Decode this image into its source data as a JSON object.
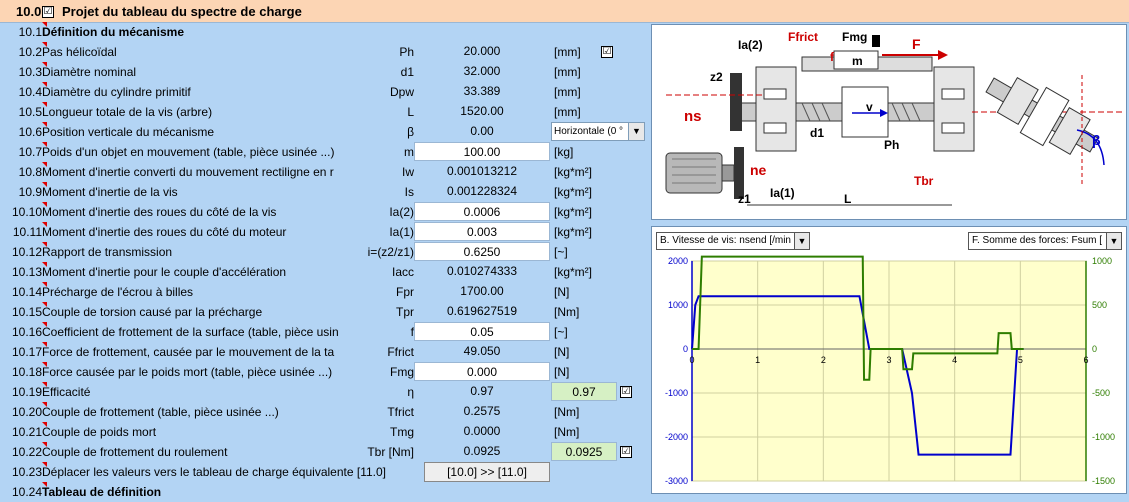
{
  "header": {
    "num": "10.0",
    "title": "Projet du tableau du spectre de charge",
    "checked": "☑"
  },
  "rows": [
    {
      "n": "10.1",
      "d": "Définition du mécanisme",
      "bold": true
    },
    {
      "n": "10.2",
      "d": "Pas hélicoïdal",
      "s": "Ph",
      "v": "20.000",
      "u": "[mm]",
      "cb": "☑"
    },
    {
      "n": "10.3",
      "d": "Diamètre nominal",
      "s": "d1",
      "v": "32.000",
      "u": "[mm]"
    },
    {
      "n": "10.4",
      "d": "Diamètre du cylindre primitif",
      "s": "Dpw",
      "v": "33.389",
      "u": "[mm]"
    },
    {
      "n": "10.5",
      "d": "Longueur totale de la vis (arbre)",
      "s": "L",
      "v": "1520.00",
      "u": "[mm]"
    },
    {
      "n": "10.6",
      "d": "Position verticale du mécanisme",
      "s": "β",
      "v": "0.00",
      "dd": "Horizontale (0 °"
    },
    {
      "n": "10.7",
      "d": "Poids d'un objet en mouvement (table, pièce usinée ...)",
      "s": "m",
      "v": "100.00",
      "u": "[kg]",
      "white": true
    },
    {
      "n": "10.8",
      "d": "Moment d'inertie converti du mouvement rectiligne en r",
      "s": "Iw",
      "v": "0.001013212",
      "u": "[kg*m²]"
    },
    {
      "n": "10.9",
      "d": "Moment d'inertie de la vis",
      "s": "Is",
      "v": "0.001228324",
      "u": "[kg*m²]"
    },
    {
      "n": "10.10",
      "d": "Moment d'inertie des roues du côté de la vis",
      "s": "Ia(2)",
      "v": "0.0006",
      "u": "[kg*m²]",
      "white": true
    },
    {
      "n": "10.11",
      "d": "Moment d'inertie des roues du côté du moteur",
      "s": "Ia(1)",
      "v": "0.003",
      "u": "[kg*m²]",
      "white": true
    },
    {
      "n": "10.12",
      "d": "Rapport de transmission",
      "s": "i=(z2/z1)",
      "v": "0.6250",
      "u": "[~]",
      "white": true
    },
    {
      "n": "10.13",
      "d": "Moment d'inertie pour le couple d'accélération",
      "s": "Iacc",
      "v": "0.010274333",
      "u": "[kg*m²]"
    },
    {
      "n": "10.14",
      "d": "Précharge de l'écrou à billes",
      "s": "Fpr",
      "v": "1700.00",
      "u": "[N]"
    },
    {
      "n": "10.15",
      "d": "Couple de torsion causé par la précharge",
      "s": "Tpr",
      "v": "0.619627519",
      "u": "[Nm]"
    },
    {
      "n": "10.16",
      "d": "Coefficient de frottement de la surface (table, pièce usin",
      "s": "f",
      "v": "0.05",
      "u": "[~]",
      "white": true
    },
    {
      "n": "10.17",
      "d": "Force de frottement, causée par le mouvement de la ta",
      "s": "Ffrict",
      "v": "49.050",
      "u": "[N]"
    },
    {
      "n": "10.18",
      "d": "Force causée par le poids mort (table, pièce usinée ...)",
      "s": "Fmg",
      "v": "0.000",
      "u": "[N]",
      "white": true
    },
    {
      "n": "10.19",
      "d": "Efficacité",
      "s": "η",
      "v": "0.97",
      "g": "0.97",
      "cb": "☑"
    },
    {
      "n": "10.20",
      "d": "Couple de frottement (table, pièce usinée ...)",
      "s": "Tfrict",
      "v": "0.2575",
      "u": "[Nm]"
    },
    {
      "n": "10.21",
      "d": "Couple de poids mort",
      "s": "Tmg",
      "v": "0.0000",
      "u": "[Nm]"
    },
    {
      "n": "10.22",
      "d": "Couple de frottement du roulement",
      "s": "Tbr [Nm]",
      "v": "0.0925",
      "g": "0.0925",
      "cb": "☑"
    },
    {
      "n": "10.23",
      "d": "Déplacer les valeurs vers le tableau de charge équivalente [11.0]",
      "btn": "[10.0] >> [11.0]"
    },
    {
      "n": "10.24",
      "d": "Tableau de définition",
      "bold": true
    }
  ],
  "diagram": {
    "labels": [
      "Ia(2)",
      "z2",
      "Ffrict",
      "Fmg",
      "m",
      "F",
      "f",
      "ns",
      "ne",
      "v",
      "d1",
      "Ph",
      "Ia(1)",
      "z1",
      "L",
      "Tbr",
      "β"
    ]
  },
  "chart": {
    "left_select": "B. Vitesse de vis: nsend [/min",
    "right_select": "F. Somme des forces: Fsum [",
    "colors": {
      "left": "#0000cc",
      "right": "#2e7d00",
      "bg": "#ffffcc",
      "grid": "#d0d0a0"
    }
  },
  "chart_data": {
    "type": "line",
    "x_ticks": [
      0,
      1,
      2,
      3,
      4,
      5,
      6
    ],
    "xlim": [
      0,
      6
    ],
    "y_left": {
      "ticks": [
        -3000,
        -2000,
        -1000,
        0,
        1000,
        2000
      ],
      "ylim": [
        -3000,
        2000
      ]
    },
    "y_right": {
      "ticks": [
        -1500,
        -1000,
        -500,
        0,
        500,
        1000
      ],
      "ylim": [
        -1500,
        1000
      ]
    },
    "series": [
      {
        "axis": "left",
        "x": [
          0,
          0.05,
          0.1,
          2.55,
          2.7,
          3.2,
          3.35,
          3.45,
          3.75,
          4.85,
          4.95,
          5.05
        ],
        "y": [
          0,
          1000,
          1200,
          1200,
          0,
          0,
          -1000,
          -2400,
          -2400,
          -2400,
          0,
          0
        ]
      },
      {
        "axis": "right",
        "x": [
          0,
          0.05,
          0.1,
          0.15,
          2.6,
          2.62,
          2.7,
          2.72,
          2.8,
          2.82,
          3.2,
          3.22,
          3.35,
          3.37,
          4.65,
          4.67,
          4.85,
          4.87,
          5.05
        ],
        "y": [
          0,
          0,
          0,
          1050,
          1050,
          -350,
          -350,
          0,
          0,
          0,
          0,
          -230,
          -230,
          -50,
          -50,
          180,
          180,
          0,
          0
        ]
      }
    ]
  }
}
